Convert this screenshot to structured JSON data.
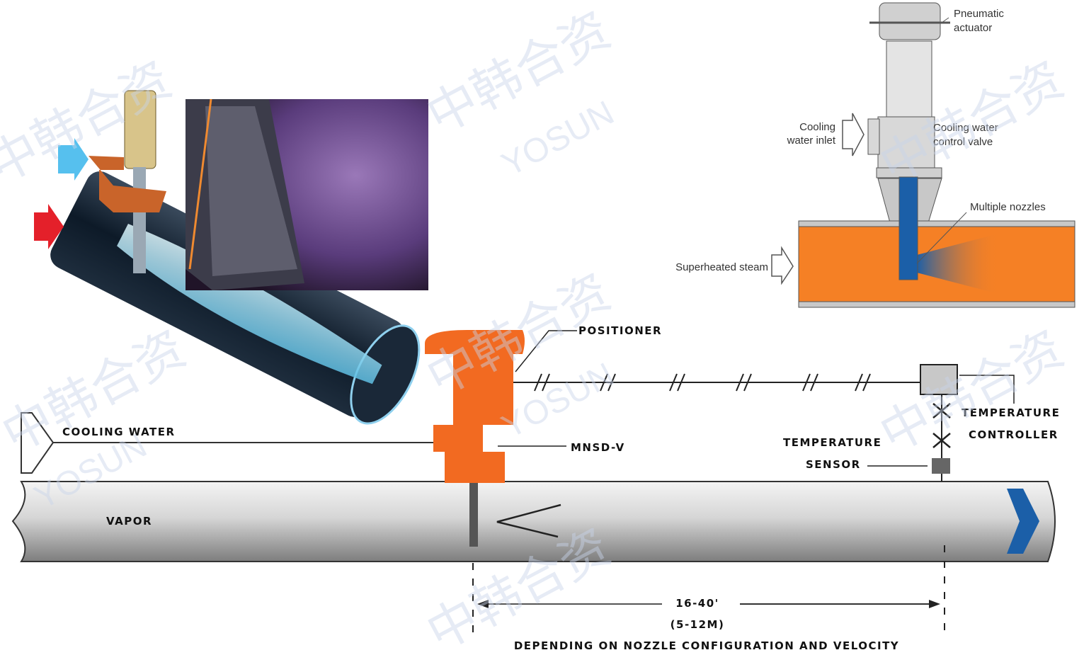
{
  "watermark": {
    "cn": "中韩合资",
    "en": "YOSUN"
  },
  "schematic": {
    "pneumatic_actuator": [
      "Pneumatic",
      "actuator"
    ],
    "cooling_water_inlet": [
      "Cooling",
      "water inlet"
    ],
    "cooling_water_control_valve": [
      "Cooling water",
      "control valve"
    ],
    "multiple_nozzles": "Multiple nozzles",
    "superheated_steam": "Superheated steam"
  },
  "installation": {
    "positioner": "POSITIONER",
    "temperature_controller": [
      "TEMPERATURE",
      "CONTROLLER"
    ],
    "cooling_water": "COOLING WATER",
    "mnsd_v": "MNSD-V",
    "temperature_sensor": [
      "TEMPERATURE",
      "SENSOR"
    ],
    "vapor": "VAPOR",
    "distance_ft": "16-40'",
    "distance_m": "(5-12M)",
    "note": "DEPENDING ON NOZZLE CONFIGURATION AND VELOCITY"
  },
  "colors": {
    "orange": "#f26a21",
    "blue": "#1b5fa8",
    "steam_orange": "#f58025"
  }
}
